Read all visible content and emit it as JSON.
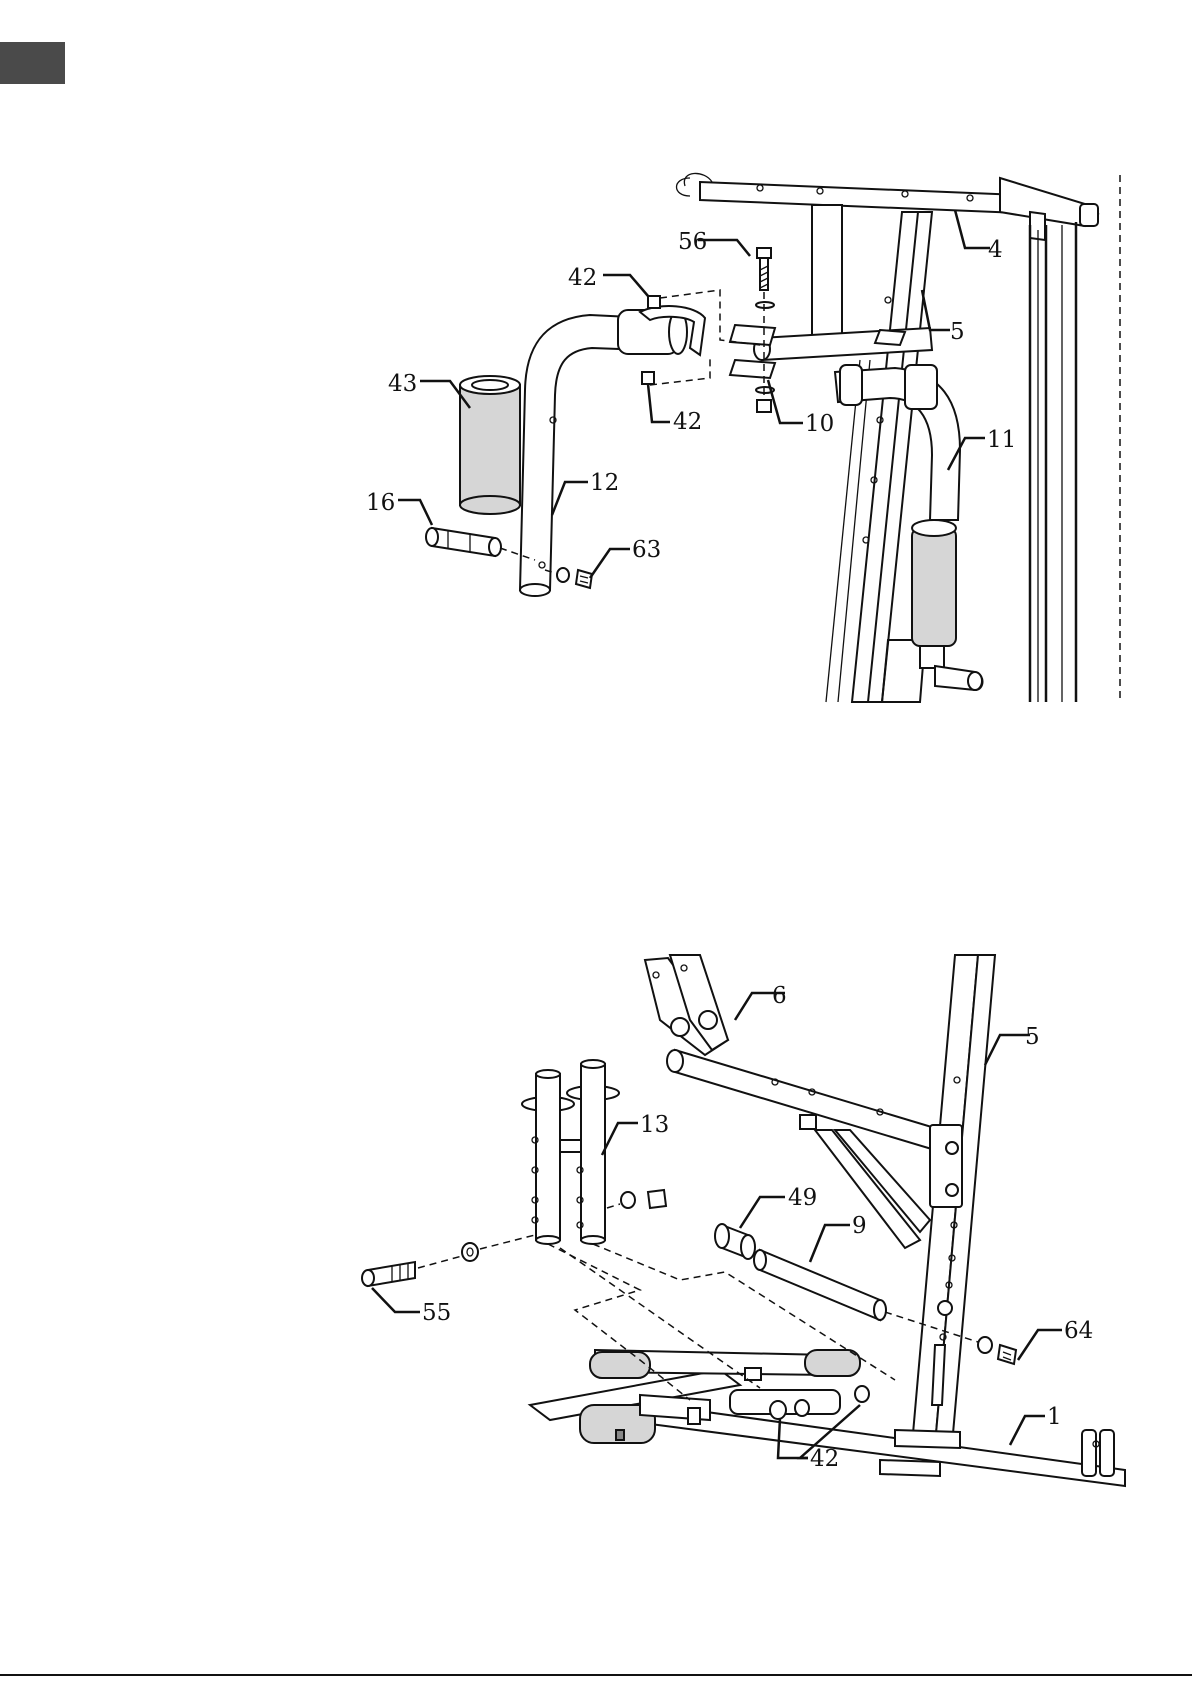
{
  "diagram_top": {
    "callouts": [
      {
        "id": "56",
        "label": "56"
      },
      {
        "id": "42a",
        "label": "42"
      },
      {
        "id": "4",
        "label": "4"
      },
      {
        "id": "5",
        "label": "5"
      },
      {
        "id": "43",
        "label": "43"
      },
      {
        "id": "42b",
        "label": "42"
      },
      {
        "id": "10",
        "label": "10"
      },
      {
        "id": "11",
        "label": "11"
      },
      {
        "id": "12",
        "label": "12"
      },
      {
        "id": "16",
        "label": "16"
      },
      {
        "id": "63",
        "label": "63"
      }
    ]
  },
  "diagram_bottom": {
    "callouts": [
      {
        "id": "6",
        "label": "6"
      },
      {
        "id": "5",
        "label": "5"
      },
      {
        "id": "13",
        "label": "13"
      },
      {
        "id": "49",
        "label": "49"
      },
      {
        "id": "9",
        "label": "9"
      },
      {
        "id": "55",
        "label": "55"
      },
      {
        "id": "64",
        "label": "64"
      },
      {
        "id": "1",
        "label": "1"
      },
      {
        "id": "42",
        "label": "42"
      }
    ]
  }
}
